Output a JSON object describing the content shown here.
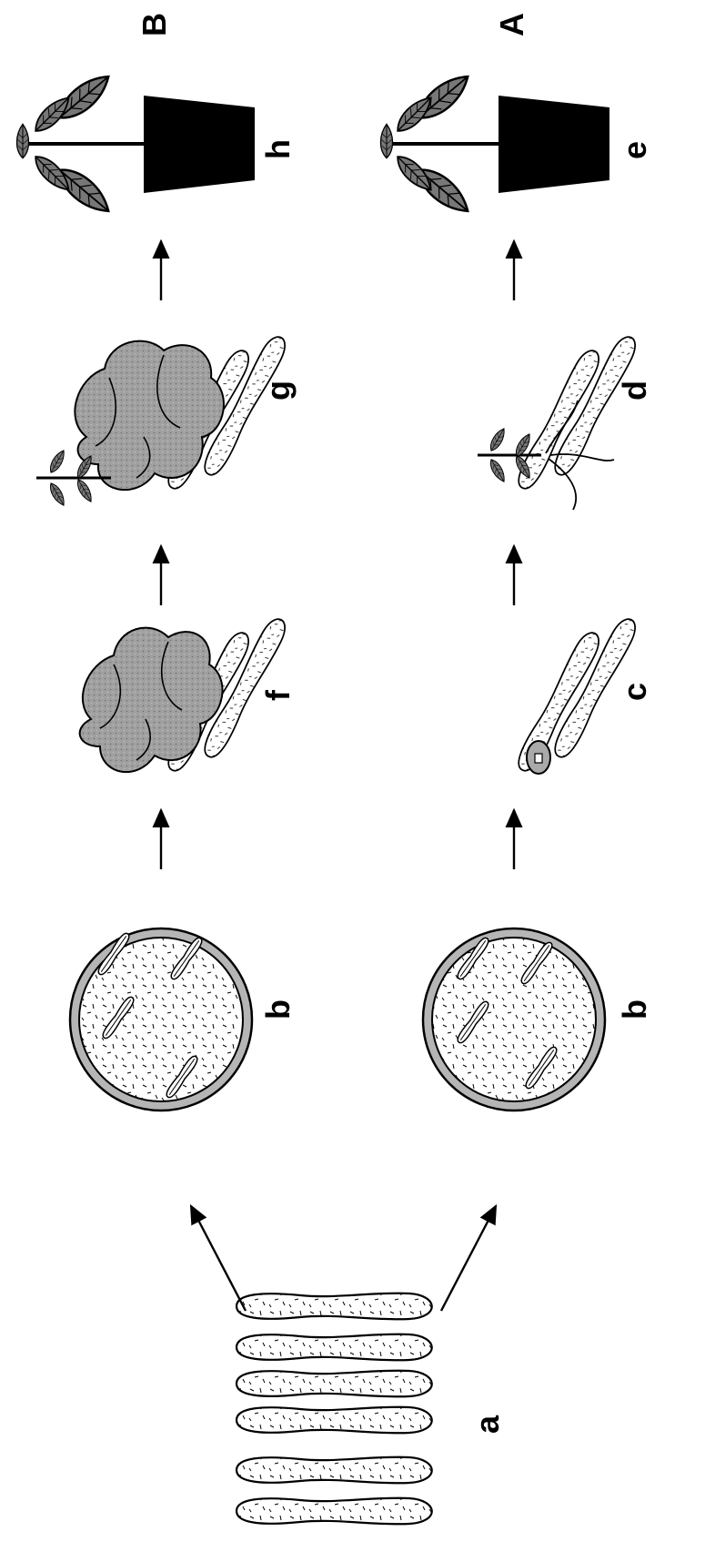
{
  "labels": {
    "a": "a",
    "b_top": "b",
    "b_bottom": "b",
    "c": "c",
    "d": "d",
    "e": "e",
    "f": "f",
    "g": "g",
    "h": "h",
    "A": "A",
    "B": "B"
  },
  "colors": {
    "ink": "#000000",
    "callus_gray": "#9a9a9a",
    "leaf_gray": "#777777",
    "pot": "#000000"
  }
}
